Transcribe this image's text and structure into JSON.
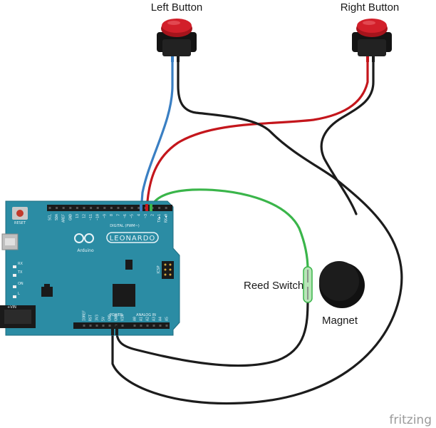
{
  "labels": {
    "left_button": "Left Button",
    "right_button": "Right Button",
    "reed_switch": "Reed Switch",
    "magnet": "Magnet",
    "watermark": "fritzing"
  },
  "board": {
    "name": "LEONARDO",
    "brand": "Arduino",
    "reset": "RESET",
    "digital": "DIGITAL (PWM~)",
    "power": "POWER",
    "analog_in": "ANALOG IN",
    "icsp": "ICSP",
    "vin_jack": "+VIN",
    "led_rx": "RX",
    "led_tx": "TX",
    "led_on": "ON",
    "led_l": "L",
    "top_pins": [
      "SCL",
      "SDA",
      "AREF",
      "GND",
      "13",
      "12",
      "~11",
      "~10",
      "~9",
      "8",
      "7",
      "~6",
      "~5",
      "4",
      "~3",
      "2",
      "TX▶1",
      "RX◀0"
    ],
    "power_pins": [
      "IOREF",
      "RST",
      "3V3",
      "5V",
      "GND",
      "GND",
      "VIN"
    ],
    "analog_pins": [
      "A0",
      "A1",
      "A2",
      "A3",
      "A4",
      "A5"
    ]
  },
  "colors": {
    "board": "#2b8ca4",
    "button_cap": "#d21f2a",
    "wire_blue": "#3a7fc3",
    "wire_red": "#c4161c",
    "wire_black": "#1c1c1c",
    "wire_green": "#3ab54a"
  }
}
